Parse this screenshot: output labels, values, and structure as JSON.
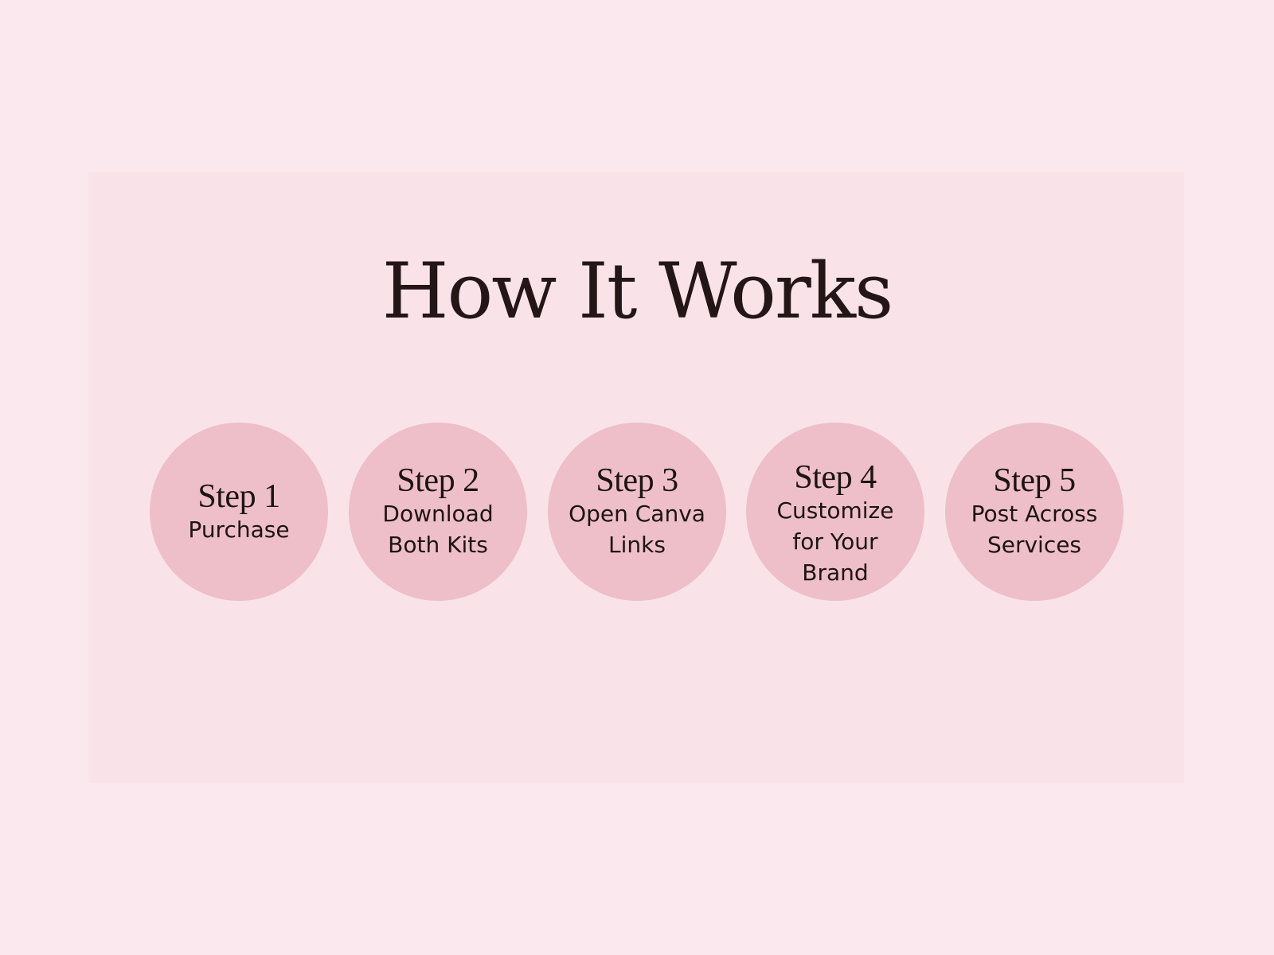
{
  "title": "How It Works",
  "steps": [
    {
      "label": "Step 1",
      "text": "Purchase"
    },
    {
      "label": "Step 2",
      "text": "Download\nBoth Kits"
    },
    {
      "label": "Step 3",
      "text": "Open Canva\nLinks"
    },
    {
      "label": "Step 4",
      "text": "Customize\nfor Your\nBrand"
    },
    {
      "label": "Step 5",
      "text": "Post Across\nServices"
    }
  ],
  "colors": {
    "background": "#fbe8ee",
    "circle": "#eebfc8",
    "text": "#1d1414"
  }
}
